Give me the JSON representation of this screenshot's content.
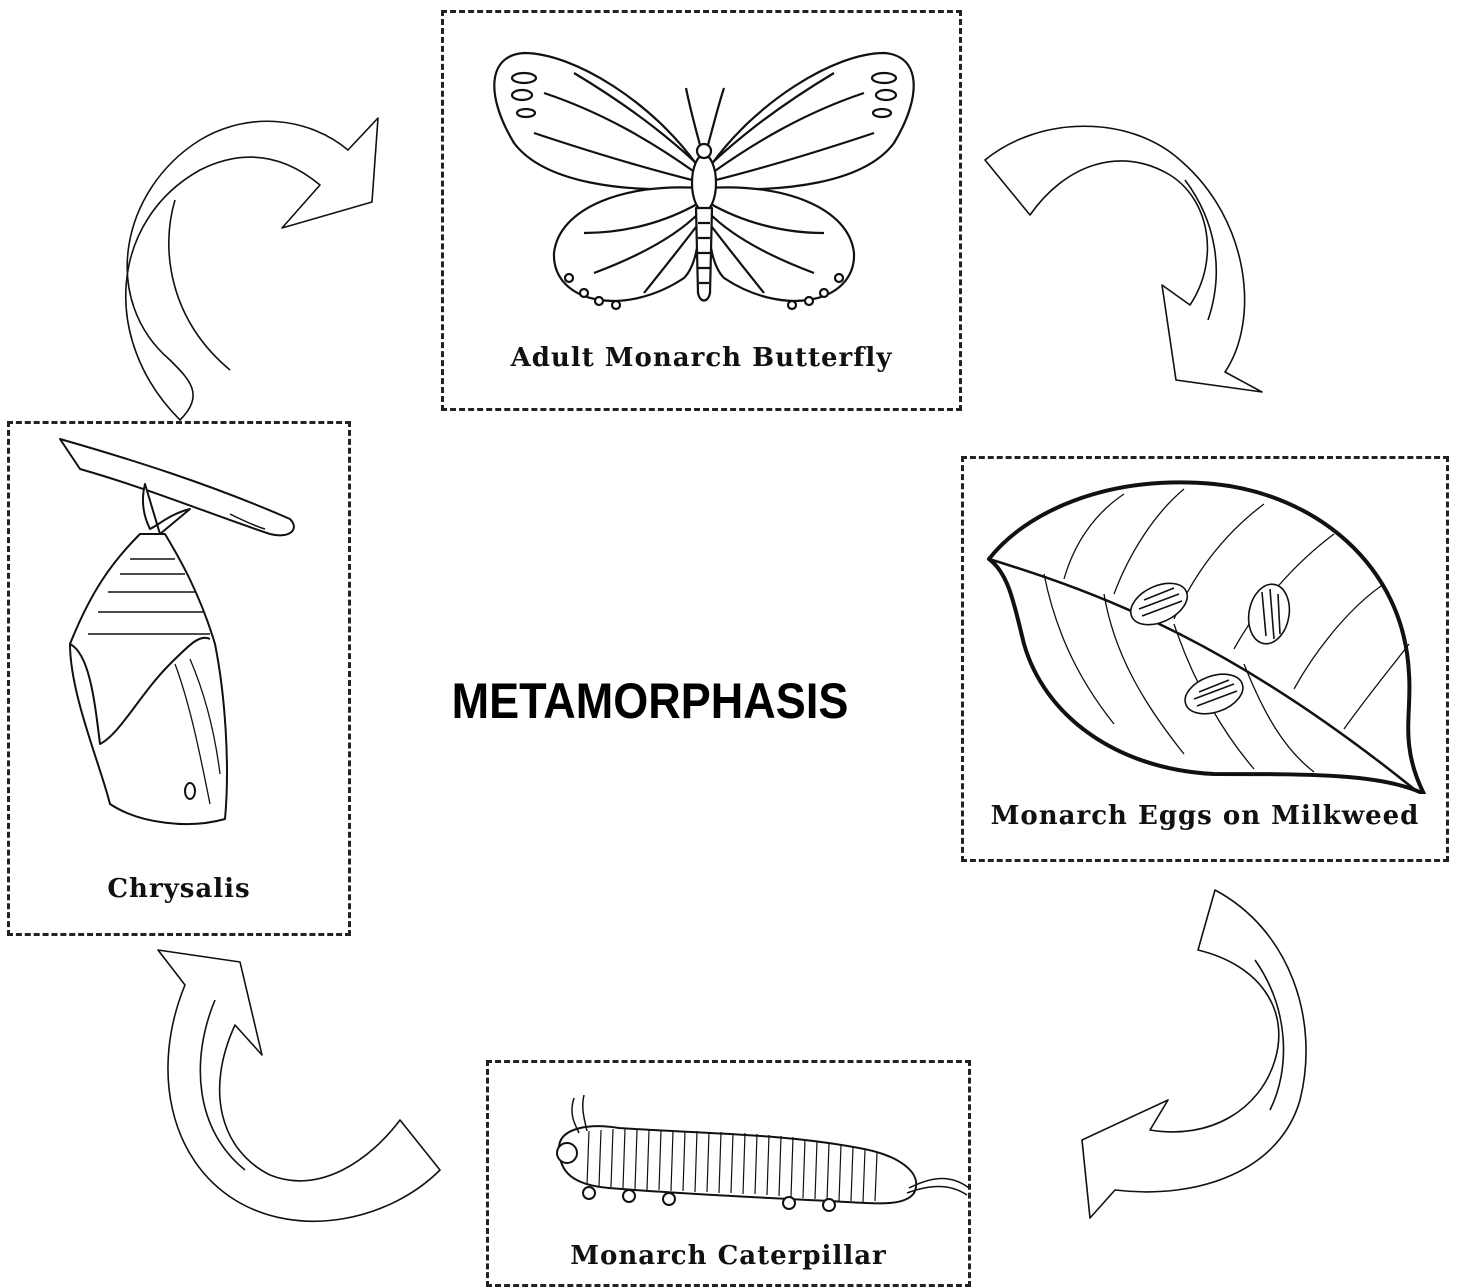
{
  "title": "METAMORPHASIS",
  "stages": {
    "butterfly": {
      "label": "Adult Monarch Butterfly",
      "icon": "butterfly-icon"
    },
    "eggs": {
      "label": "Monarch Eggs on Milkweed",
      "icon": "leaf-eggs-icon"
    },
    "caterpillar": {
      "label": "Monarch Caterpillar",
      "icon": "caterpillar-icon"
    },
    "chrysalis": {
      "label": "Chrysalis",
      "icon": "chrysalis-icon"
    }
  },
  "cycle_order": [
    "butterfly",
    "eggs",
    "caterpillar",
    "chrysalis"
  ]
}
